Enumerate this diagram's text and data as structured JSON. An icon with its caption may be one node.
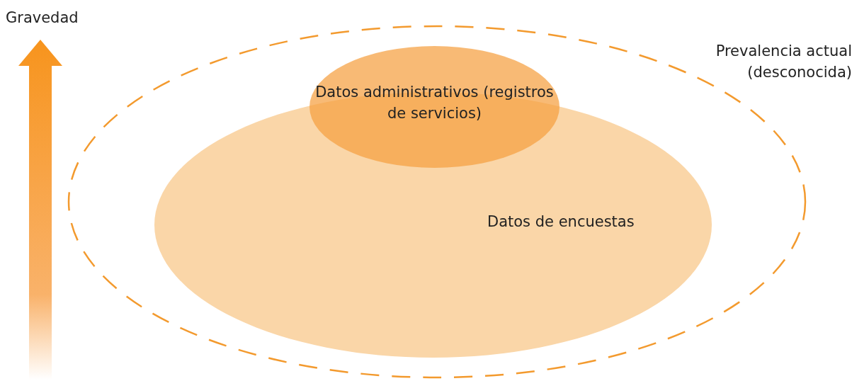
{
  "diagram": {
    "nodes": [
      {
        "text": [
          "Prevalencia actual (desconocida)"
        ]
      },
      {
        "text": [
          "Datos de encuestas"
        ],
        "in": 0
      },
      {
        "text": [
          "Datos administrativos (registros de servicios)"
        ],
        "in": 0
      }
    ],
    "labels": [
      "Gravedad"
    ]
  }
}
